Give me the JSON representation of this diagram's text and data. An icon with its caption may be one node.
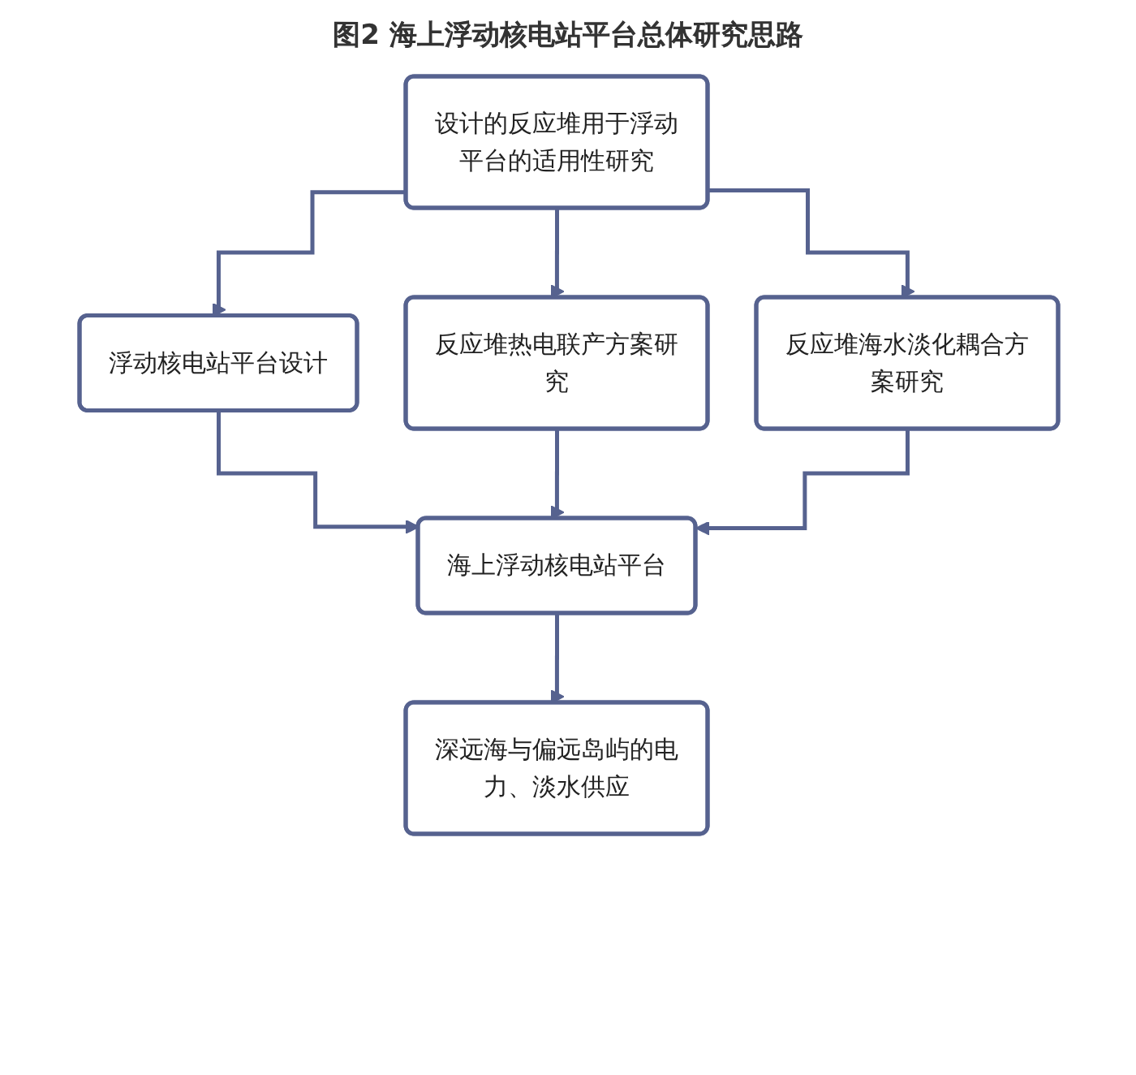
{
  "diagram": {
    "title": "图2 海上浮动核电站平台总体研究思路",
    "nodes": [
      {
        "text": [
          "设计的反应堆用于浮动平台的适用性研究"
        ]
      },
      {
        "text": [
          "浮动核电站平台设计"
        ]
      },
      {
        "text": [
          "反应堆热电联产方案研究"
        ]
      },
      {
        "text": [
          "反应堆海水淡化耦合方案研究"
        ]
      },
      {
        "text": [
          "海上浮动核电站平台"
        ]
      },
      {
        "text": [
          "深远海与偏远岛屿的电力、淡水供应"
        ]
      }
    ],
    "edges": [
      {
        "from": 0,
        "to": 1,
        "arrow": "to"
      },
      {
        "from": 0,
        "to": 2,
        "arrow": "to"
      },
      {
        "from": 0,
        "to": 3,
        "arrow": "to"
      },
      {
        "from": 1,
        "to": 4,
        "arrow": "to"
      },
      {
        "from": 2,
        "to": 4,
        "arrow": "to"
      },
      {
        "from": 3,
        "to": 4,
        "arrow": "to"
      },
      {
        "from": 4,
        "to": 5,
        "arrow": "to"
      }
    ]
  }
}
